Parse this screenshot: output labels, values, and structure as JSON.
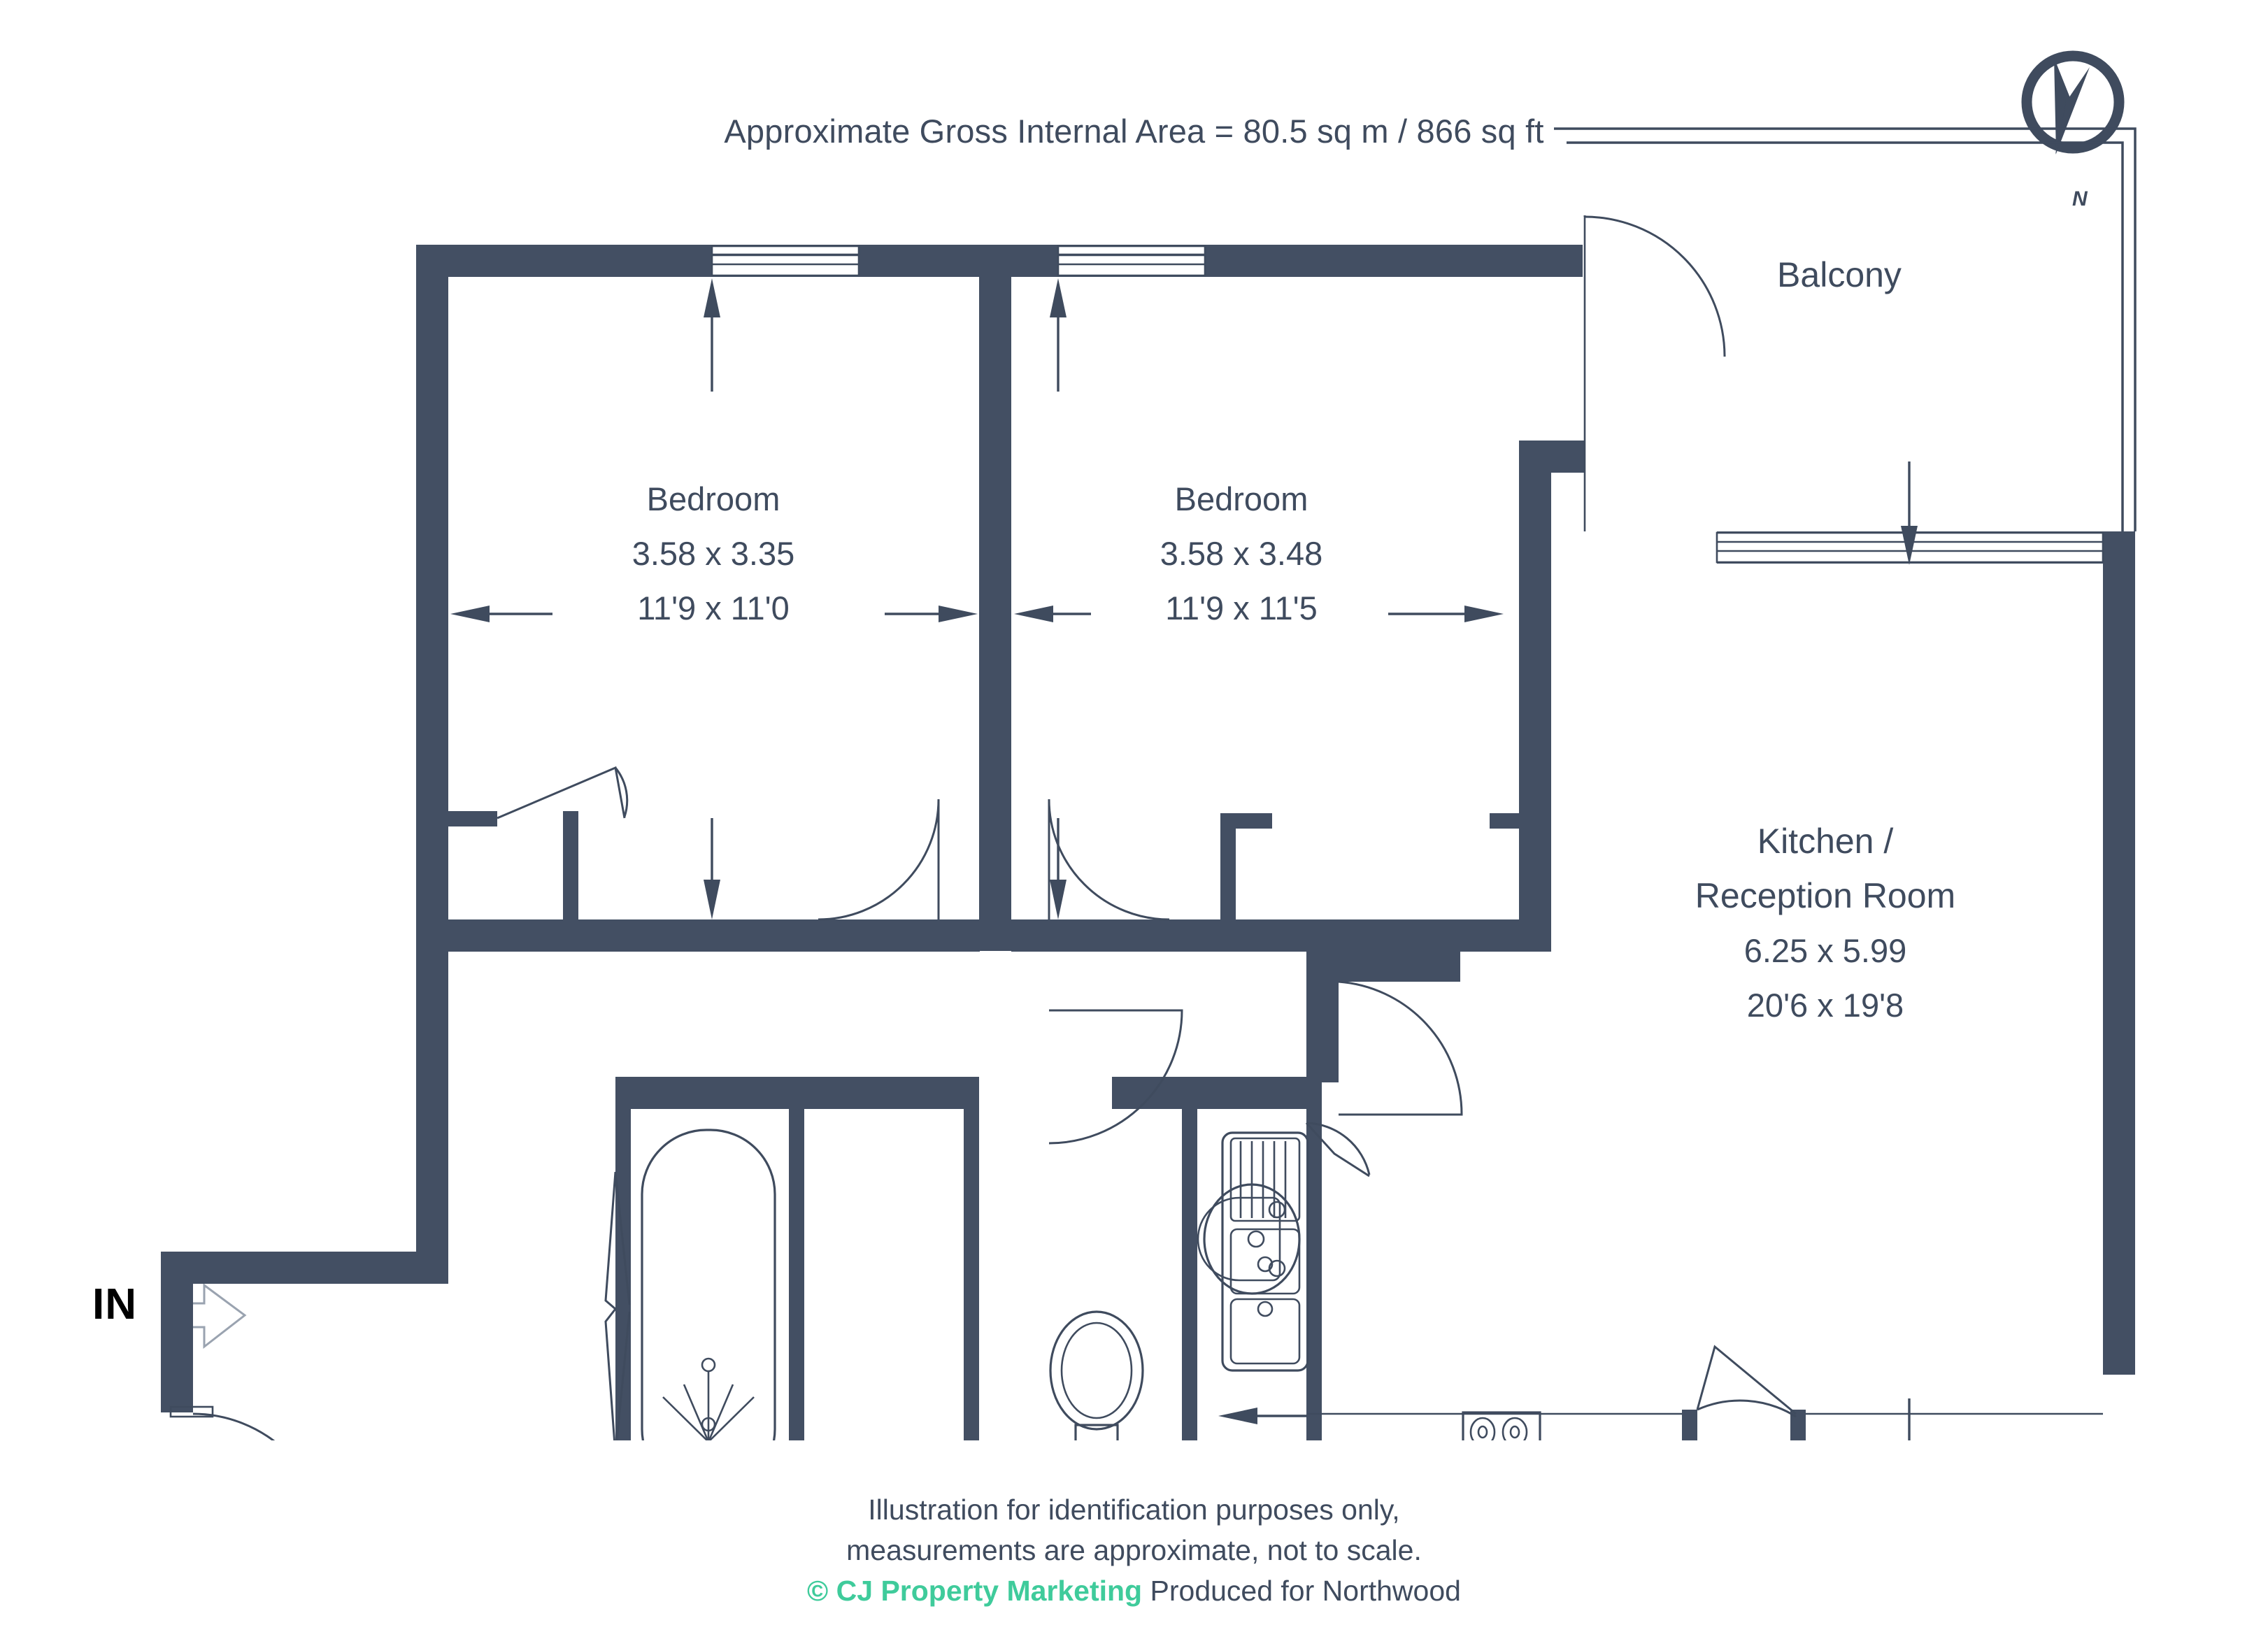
{
  "header": {
    "area_note": "Approximate Gross Internal Area = 80.5 sq m / 866 sq ft"
  },
  "compass": {
    "label": "N",
    "icon": "compass-rose-icon"
  },
  "entrance": {
    "label": "IN",
    "icon": "entrance-arrow-icon"
  },
  "rooms": [
    {
      "id": "bedroom-1",
      "name": "Bedroom",
      "metric": "3.58 x 3.35",
      "imperial": "11'9 x 11'0"
    },
    {
      "id": "bedroom-2",
      "name": "Bedroom",
      "metric": "3.58 x 3.48",
      "imperial": "11'9 x 11'5"
    },
    {
      "id": "kitchen-reception",
      "name_line1": "Kitchen /",
      "name_line2": "Reception Room",
      "metric": "6.25 x 5.99",
      "imperial": "20'6 x 19'8"
    },
    {
      "id": "balcony",
      "name": "Balcony"
    }
  ],
  "fixtures": [
    "bath-with-shower-icon",
    "wash-basin-icon",
    "toilet-icon",
    "kitchen-sink-icon",
    "hob-icon"
  ],
  "footer": {
    "line1": "Illustration for identification purposes only,",
    "line2": "measurements are approximate, not to scale.",
    "copyright": "© CJ Property Marketing",
    "produced_for": "Produced for Northwood"
  },
  "colors": {
    "wall": "#434F63",
    "text": "#3F4B5E",
    "brand": "#3FCB9B",
    "background": "#FFFFFF"
  }
}
